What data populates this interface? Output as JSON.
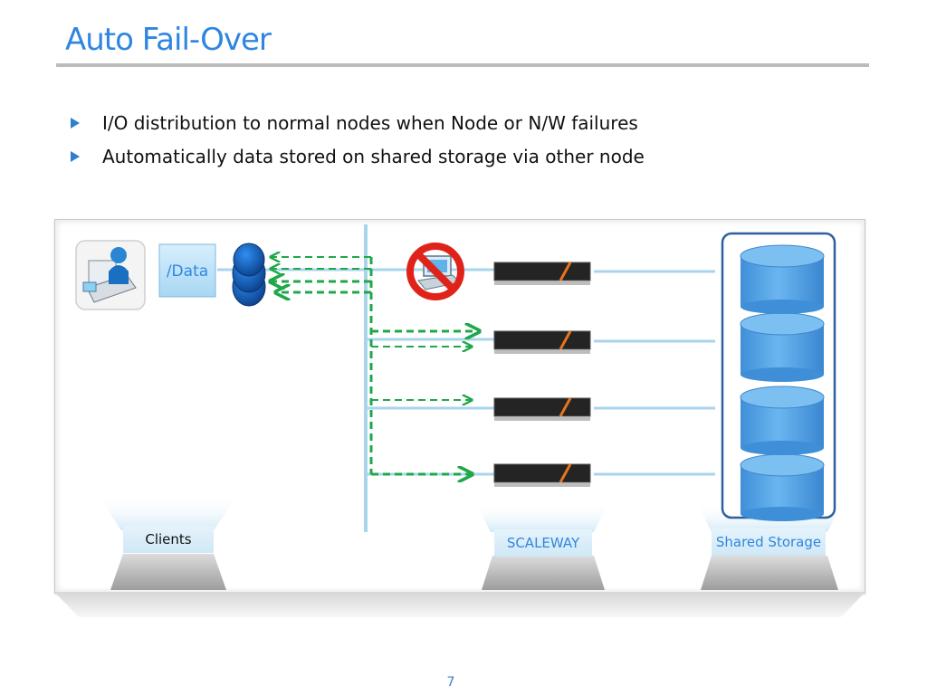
{
  "slide": {
    "title": "Auto Fail-Over",
    "page_number": "7"
  },
  "bullets": [
    "I/O distribution to normal nodes when Node  or N/W  failures",
    "Automatically data stored on shared storage via other node"
  ],
  "diagram": {
    "data_label": "/Data",
    "groups": {
      "clients": "Clients",
      "cluster": "SCALEWAY",
      "storage": "Shared Storage"
    },
    "colors": {
      "accent_blue": "#2f86e0",
      "link_line": "#a8d4ec",
      "failover_arrow": "#1fa84a",
      "fault": "#e0231a",
      "storage_border": "#2f5f9f"
    }
  }
}
